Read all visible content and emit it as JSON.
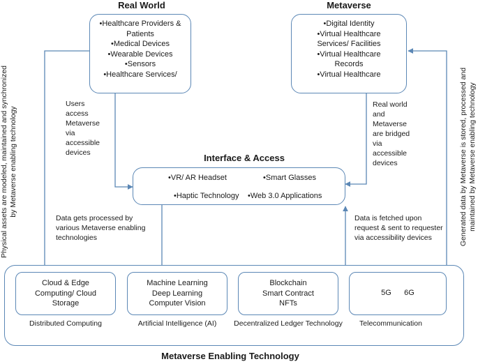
{
  "real_world": {
    "title": "Real World",
    "items": [
      "•Healthcare Providers &",
      "Patients",
      "•Medical Devices",
      "•Wearable Devices",
      "•Sensors",
      "•Healthcare Services/"
    ]
  },
  "metaverse": {
    "title": "Metaverse",
    "items": [
      "•Digital Identity",
      "•Virtual Healthcare",
      "Services/ Facilities",
      "•Virtual Healthcare",
      "Records",
      "•Virtual Healthcare"
    ]
  },
  "interface": {
    "title": "Interface & Access",
    "items": [
      "•VR/ AR Headset",
      "•Smart Glasses",
      "•Haptic Technology",
      "•Web 3.0 Applications"
    ]
  },
  "notes": {
    "users_access": [
      "Users",
      "access",
      "Metaverse",
      "via",
      "accessible",
      "devices"
    ],
    "bridged": [
      "Real world",
      "and",
      "Metaverse",
      "are bridged",
      "via",
      "accessible",
      "devices"
    ],
    "processed": [
      "Data gets processed by",
      "various Metaverse enabling",
      "technologies"
    ],
    "fetched": [
      "Data is fetched upon",
      "request & sent to requester",
      "via accessibility devices"
    ],
    "left_vertical": [
      "Physical assets are modeled, maintained and synchronized",
      "by Metaverse enabling technology"
    ],
    "right_vertical": [
      "Generated data by Metaverse is stored, processed and",
      "maintained by Metaverse enabling technology"
    ]
  },
  "enabling": {
    "title": "Metaverse Enabling Technology",
    "groups": [
      {
        "lines": [
          "Cloud & Edge",
          "Computing/ Cloud",
          "Storage"
        ],
        "caption": "Distributed Computing"
      },
      {
        "lines": [
          "Machine Learning",
          "Deep Learning",
          "Computer Vision"
        ],
        "caption": "Artificial Intelligence (AI)"
      },
      {
        "lines": [
          "Blockchain",
          "Smart Contract",
          "NFTs"
        ],
        "caption": "Decentralized Ledger Technology"
      },
      {
        "lines": [
          "5G      6G"
        ],
        "caption": "Telecommunication"
      }
    ]
  },
  "colors": {
    "line": "#5b87b5",
    "text": "#1a1a1a"
  }
}
